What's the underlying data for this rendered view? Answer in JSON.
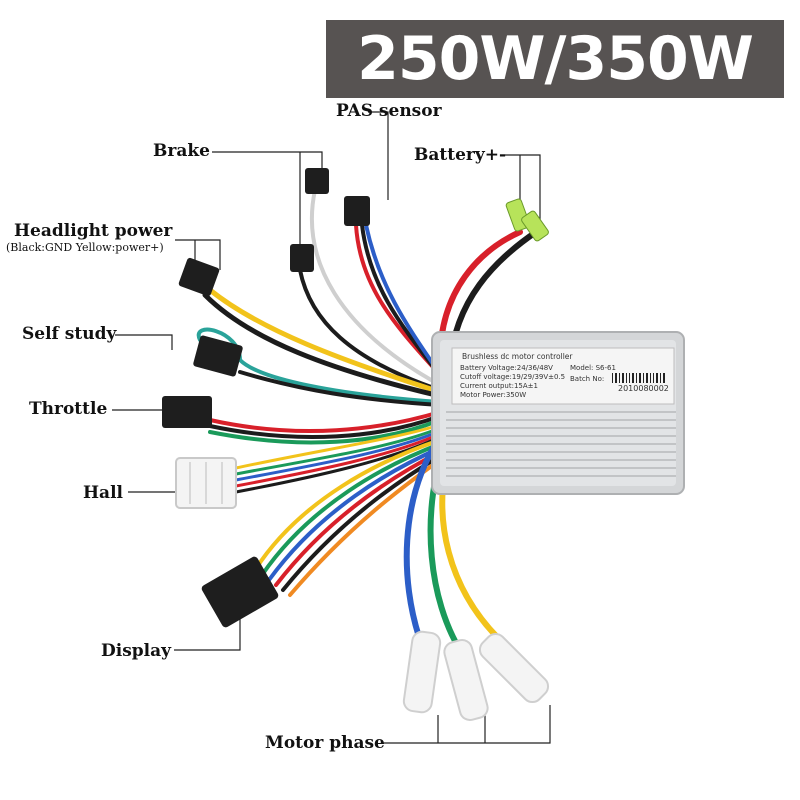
{
  "title": "250W/350W",
  "labels": {
    "pas_sensor": "PAS sensor",
    "brake": "Brake",
    "battery": "Battery+-",
    "headlight_power": "Headlight power",
    "headlight_note": "(Black:GND Yellow:power+)",
    "self_study": "Self study",
    "throttle": "Throttle",
    "hall": "Hall",
    "display": "Display",
    "motor_phase": "Motor phase"
  },
  "controller_label": {
    "heading": "Brushless dc motor controller",
    "battery_voltage": "Battery Voltage:24/36/48V",
    "cutoff_voltage": "Cutoff voltage:19/29/39V±0.5",
    "current_output": "Current output:15A±1",
    "motor_power": "Motor Power:350W",
    "model": "Model: S6-61",
    "batch_no": "Batch No:",
    "serial": "2010080002"
  },
  "colors": {
    "banner": "#575352",
    "banner_text": "#ffffff",
    "controller_body": "#d4d6d8",
    "wire_red": "#d8202a",
    "wire_black": "#1c1c1c",
    "wire_yellow": "#f2c31b",
    "wire_green": "#1a9a5a",
    "wire_blue": "#2c5ec8",
    "wire_teal": "#2aa39a",
    "wire_orange": "#f08a22",
    "wire_white": "#e8e8e8",
    "connector_black": "#1e1e1e",
    "connector_white": "#f4f4f4"
  }
}
